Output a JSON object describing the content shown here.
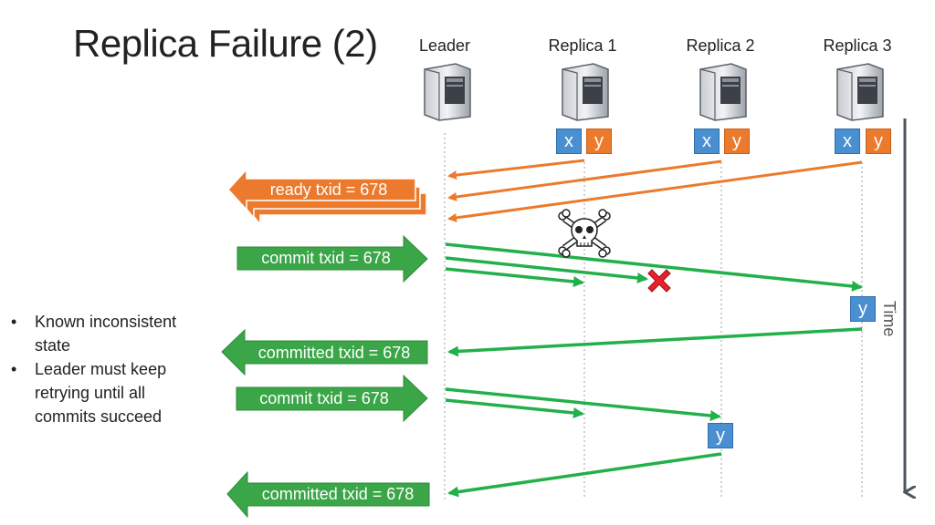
{
  "title": "Replica Failure (2)",
  "nodes": [
    {
      "label": "Leader"
    },
    {
      "label": "Replica 1"
    },
    {
      "label": "Replica 2"
    },
    {
      "label": "Replica 3"
    }
  ],
  "data_items": {
    "x": "x",
    "y": "y"
  },
  "messages": {
    "ready": "ready txid = 678",
    "commit_1": "commit txid = 678",
    "committed_1": "committed txid = 678",
    "commit_2": "commit txid = 678",
    "committed_2": "committed txid = 678"
  },
  "bullets": [
    "Known inconsistent state",
    "Leader must keep retrying until all commits succeed"
  ],
  "time_label": "Time",
  "colors": {
    "orange": "#ec7a2d",
    "green": "#3aa648",
    "arrow_green": "#22b04a",
    "blue": "#4a8fd1",
    "failure_red": "#e8202a"
  },
  "icons": {
    "server": "server-icon",
    "failure": "skull-crossbones-icon",
    "lost": "red-x-icon"
  }
}
